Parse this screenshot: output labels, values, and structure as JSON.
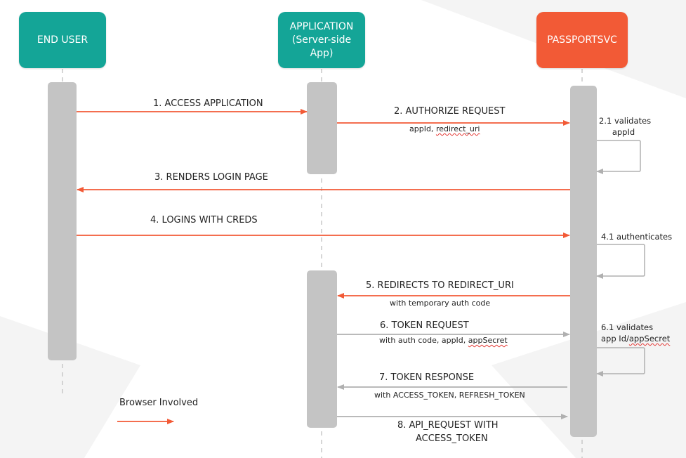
{
  "actors": {
    "end_user": "END USER",
    "application": "APPLICATION\n(Server-side\nApp)",
    "passportsvc": "PASSPORTSVC"
  },
  "messages": [
    {
      "label": "1. ACCESS APPLICATION"
    },
    {
      "label": "2. AUTHORIZE REQUEST",
      "params_plain": "appId, ",
      "params_underlined": "redirect_uri"
    },
    {
      "label": "3.  RENDERS LOGIN PAGE"
    },
    {
      "label": "4.  LOGINS WITH CREDS"
    },
    {
      "label": "5.  REDIRECTS TO REDIRECT_URI",
      "params": "with temporary auth code"
    },
    {
      "label": "6.  TOKEN REQUEST",
      "params_plain": "with auth code, appId, ",
      "params_underlined": "appSecret"
    },
    {
      "label": "7.  TOKEN RESPONSE",
      "params": "with ACCESS_TOKEN, REFRESH_TOKEN"
    },
    {
      "label_line1": "8.  API_REQUEST WITH",
      "label_line2": "ACCESS_TOKEN"
    }
  ],
  "self_calls": {
    "validates_app_line1": "2.1 validates",
    "validates_app_line2": "appId",
    "authenticates": "4.1 authenticates",
    "validates_secret_line1": "6.1 validates",
    "validates_secret_line2_plain": "app Id/",
    "validates_secret_line2_underlined": "appSecret"
  },
  "legend": {
    "label": "Browser Involved",
    "color": "#f25a36"
  },
  "colors": {
    "browser_arrow": "#f25a36",
    "server_arrow": "#b4b4b4",
    "teal": "#14a597",
    "lifeline_bar": "#c4c4c4"
  }
}
